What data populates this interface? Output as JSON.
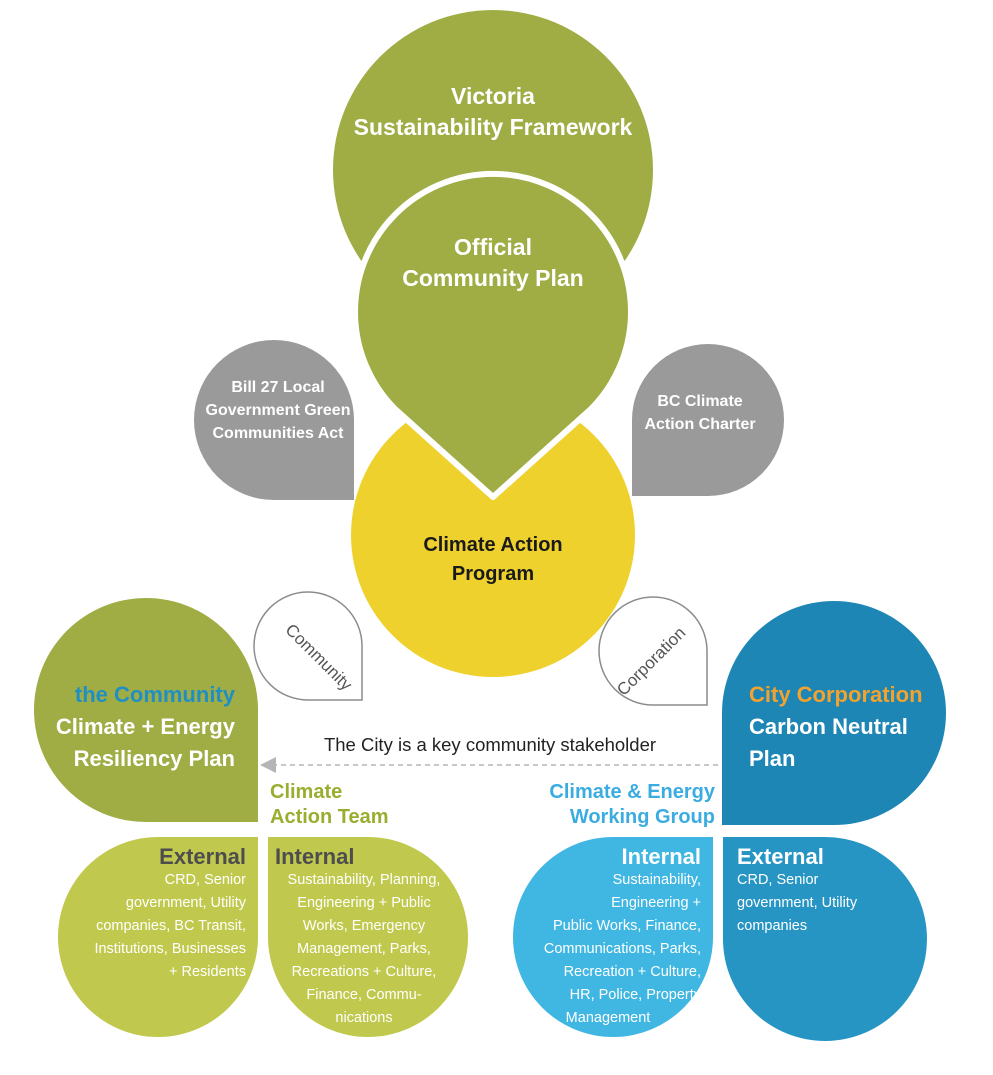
{
  "colors": {
    "olive": "#9fad44",
    "olive_light": "#c0c94d",
    "gray": "#9a9a9a",
    "yellow": "#efd12e",
    "blue_dark": "#1d86b5",
    "blue_light": "#40b7e2",
    "blue_mid": "#2795c4",
    "accent_blue_text": "#1f8fc4",
    "accent_orange_text": "#f2a22e",
    "olive_text": "#98ae2e",
    "cyan_text": "#3aace0"
  },
  "framework": {
    "line1": "Victoria",
    "line2": "Sustainability Framework"
  },
  "ocp": {
    "line1": "Official",
    "line2": "Community Plan"
  },
  "bill27": {
    "line1": "Bill 27 Local",
    "line2": "Government Green",
    "line3": "Communities Act"
  },
  "charter": {
    "line1": "BC Climate",
    "line2": "Action Charter"
  },
  "cap": {
    "line1": "Climate Action",
    "line2": "Program"
  },
  "community_tag": "Community",
  "corporation_tag": "Corporation",
  "community_plan": {
    "line1": "the Community",
    "line2": "Climate + Energy",
    "line3": "Resiliency Plan"
  },
  "corporate_plan": {
    "line1": "City Corporation",
    "line2": "Carbon Neutral",
    "line3": "Plan"
  },
  "stakeholder_note": "The City is a key community stakeholder",
  "climate_action_team": {
    "line1": "Climate",
    "line2": "Action Team"
  },
  "working_group": {
    "line1": "Climate & Energy",
    "line2": "Working Group"
  },
  "community_external": {
    "header": "External",
    "lines": [
      "CRD, Senior",
      "government, Utility",
      "companies, BC Transit,",
      "Institutions, Businesses",
      "+ Residents"
    ]
  },
  "community_internal": {
    "header": "Internal",
    "lines": [
      "Sustainability, Planning,",
      "Engineering + Public",
      "Works, Emergency",
      "Management, Parks,",
      "Recreations + Culture,",
      "Finance, Commu-",
      "nications"
    ]
  },
  "corporate_internal": {
    "header": "Internal",
    "lines": [
      "Sustainability,",
      "Engineering +",
      "Public Works, Finance,",
      "Communications, Parks,",
      "Recreation + Culture,",
      "HR, Police, Property",
      "Management"
    ]
  },
  "corporate_external": {
    "header": "External",
    "lines": [
      "CRD, Senior",
      "government, Utility",
      "companies"
    ]
  }
}
